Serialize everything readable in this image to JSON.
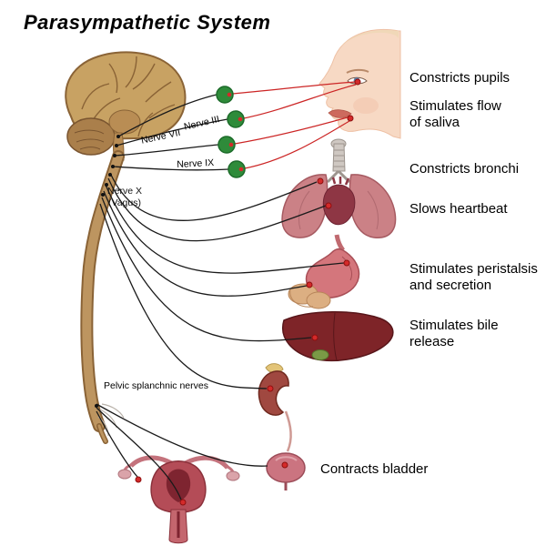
{
  "title": "Parasympathetic System",
  "nerves": {
    "nerve_iii": "Nerve III",
    "nerve_vii": "Nerve VII",
    "nerve_ix": "Nerve IX",
    "nerve_x_line1": "Nerve X",
    "nerve_x_line2": "(Vagus)",
    "pelvic": "Pelvic splanchnic nerves"
  },
  "effects": [
    {
      "label": "Constricts pupils",
      "lines": [
        "Constricts pupils"
      ]
    },
    {
      "label": "Stimulates flow of saliva",
      "lines": [
        "Stimulates flow",
        "of saliva"
      ]
    },
    {
      "label": "Constricts bronchi",
      "lines": [
        "Constricts bronchi"
      ]
    },
    {
      "label": "Slows heartbeat",
      "lines": [
        "Slows heartbeat"
      ]
    },
    {
      "label": "Stimulates peristalsis and secretion",
      "lines": [
        "Stimulates peristalsis",
        "and secretion"
      ]
    },
    {
      "label": "Stimulates bile release",
      "lines": [
        "Stimulates bile",
        "release"
      ]
    },
    {
      "label": "Contracts bladder",
      "lines": [
        "Contracts bladder"
      ]
    }
  ],
  "icons": {
    "brain": "brain-illustration",
    "spinal_cord": "spinal-cord",
    "ganglion": "green-ganglion-node",
    "nerve_ending": "red-nerve-ending-marker",
    "face": "face-profile",
    "eye": "eye",
    "lungs": "lungs",
    "heart": "heart",
    "stomach": "stomach",
    "intestine": "intestine-coil",
    "liver": "liver",
    "gallbladder": "gallbladder",
    "kidney": "kidney",
    "bladder": "bladder",
    "uterus": "uterus"
  },
  "colors": {
    "nerve_line_black": "#1a1a1a",
    "cranial_nerve_red": "#cc2525",
    "ganglion_green": "#2e8b3a",
    "brain_tan": "#c8a263",
    "cord_brown": "#bd9560",
    "lung_pink": "#cb8186",
    "liver_dark_red": "#7e2428",
    "skin": "#f7d9c4"
  }
}
